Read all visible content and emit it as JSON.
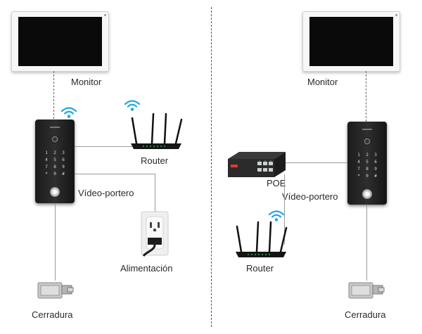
{
  "left": {
    "monitor_label": "Monitor",
    "router_label": "Router",
    "doorbell_label": "Vídeo-portero",
    "power_label": "Alimentación",
    "lock_label": "Cerradura"
  },
  "right": {
    "monitor_label": "Monitor",
    "poe_label": "POE",
    "doorbell_label": "Vídeo-portero",
    "router_label": "Router",
    "lock_label": "Cerradura"
  },
  "doorbell_keys": [
    "1",
    "2",
    "3",
    "4",
    "5",
    "6",
    "7",
    "8",
    "9",
    "*",
    "0",
    "#"
  ],
  "icons": [
    "wifi-icon",
    "router-icon",
    "poe-switch-icon",
    "power-outlet-icon",
    "lock-icon",
    "monitor-icon",
    "doorbell-icon"
  ],
  "colors": {
    "wifi": "#1fa6e0",
    "wire": "#9a9a9a",
    "switch_red": "#e23a2a"
  }
}
